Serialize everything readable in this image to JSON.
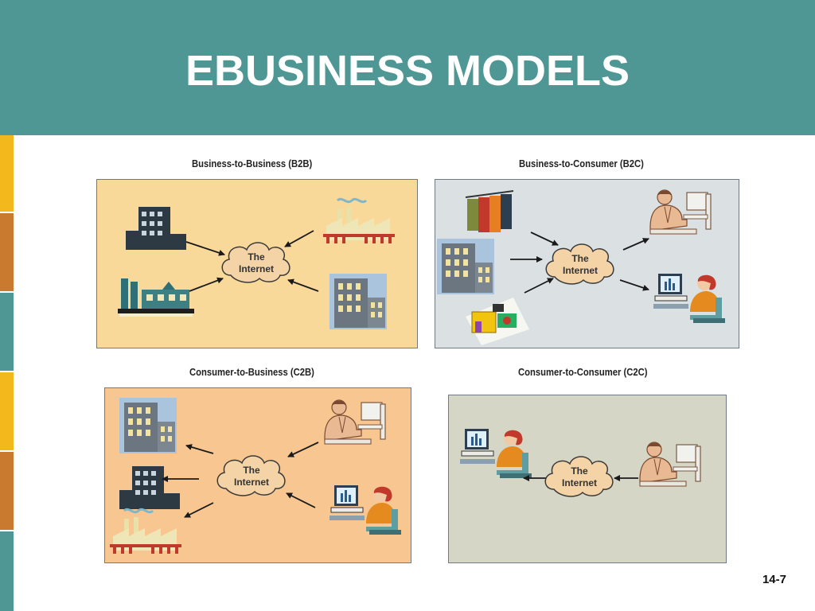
{
  "slide": {
    "title": "EBUSINESS MODELS",
    "page_number": "14-7"
  },
  "colors": {
    "header": "#4f9794",
    "sidebar_segments": [
      "#f3b81c",
      "#c97a2e",
      "#4f9794",
      "#f3b81c",
      "#c97a2e",
      "#4f9794"
    ],
    "b2b_bg": "#f9d99a",
    "b2c_bg": "#dbe1e3",
    "c2b_bg": "#f8c690",
    "c2c_bg": "#d6d6c6"
  },
  "panels": [
    {
      "label": "Business-to-Business (B2B)",
      "cloud_line1": "The",
      "cloud_line2": "Internet"
    },
    {
      "label": "Business-to-Consumer (B2C)",
      "cloud_line1": "The",
      "cloud_line2": "Internet"
    },
    {
      "label": "Consumer-to-Business (C2B)",
      "cloud_line1": "The",
      "cloud_line2": "Internet"
    },
    {
      "label": "Consumer-to-Consumer (C2C)",
      "cloud_line1": "The",
      "cloud_line2": "Internet"
    }
  ]
}
